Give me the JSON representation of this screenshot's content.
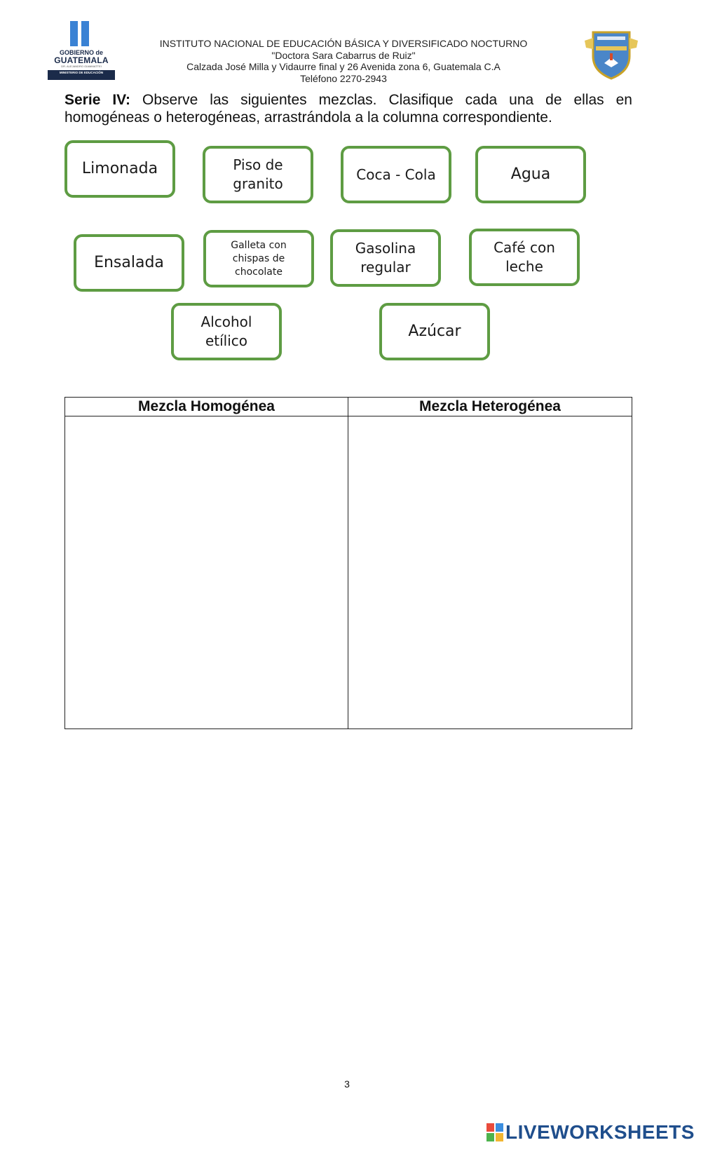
{
  "header": {
    "gov_logo": {
      "line1": "GOBIERNO de",
      "line2": "GUATEMALA",
      "line3": "DR. ALEJANDRO GIAMMATTEI",
      "banner": "MINISTERIO DE EDUCACIÓN",
      "colors": {
        "bars": "#3a82d4",
        "banner": "#1b2b4a"
      }
    },
    "institution_lines": [
      "INSTITUTO NACIONAL DE EDUCACIÓN BÁSICA Y DIVERSIFICADO NOCTURNO",
      "\"Doctora Sara Cabarrus de Ruiz\"",
      "Calzada José Milla y Vidaurre final y 26 Avenida zona 6, Guatemala C.A",
      "Teléfono 2270-2943"
    ],
    "crest_icon": "school-crest-icon"
  },
  "instructions": {
    "label": "Serie IV:",
    "text": " Observe las siguientes mezclas. Clasifique cada una de ellas en homogéneas o heterogéneas, arrastrándola a la columna correspondiente."
  },
  "cards": [
    {
      "label": "Limonada"
    },
    {
      "label": "Piso de\ngranito"
    },
    {
      "label": "Coca - Cola"
    },
    {
      "label": "Agua"
    },
    {
      "label": "Ensalada"
    },
    {
      "label": "Galleta con\nchispas de\nchocolate"
    },
    {
      "label": "Gasolina\nregular"
    },
    {
      "label": "Café con\nleche"
    },
    {
      "label": "Alcohol\netílico"
    },
    {
      "label": "Azúcar"
    }
  ],
  "card_border_color": "#5e9c43",
  "table": {
    "columns": [
      "Mezcla Homogénea",
      "Mezcla Heterogénea"
    ]
  },
  "page_number": "3",
  "footer": {
    "brand": "LIVEWORKSHEETS",
    "brand_color": "#1f4e8c"
  }
}
